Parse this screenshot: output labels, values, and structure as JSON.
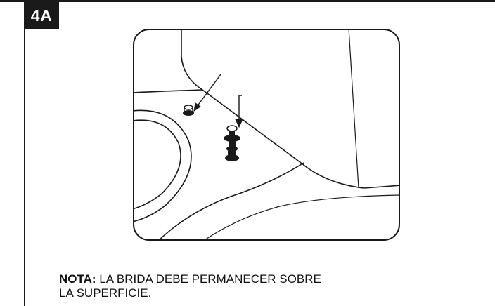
{
  "step": {
    "label": "4A"
  },
  "illustration": {
    "parts": [
      "toilet-base",
      "floor-flange",
      "floor-bolt",
      "bolt-cap-nut",
      "washer",
      "arrow-pointer"
    ]
  },
  "note": {
    "label": "NOTA:",
    "text_line1": " LA BRIDA DEBE PERMANECER SOBRE",
    "text_line2": "LA SUPERFICIE."
  },
  "colors": {
    "ink": "#1a1a1a",
    "paper": "#ffffff"
  }
}
